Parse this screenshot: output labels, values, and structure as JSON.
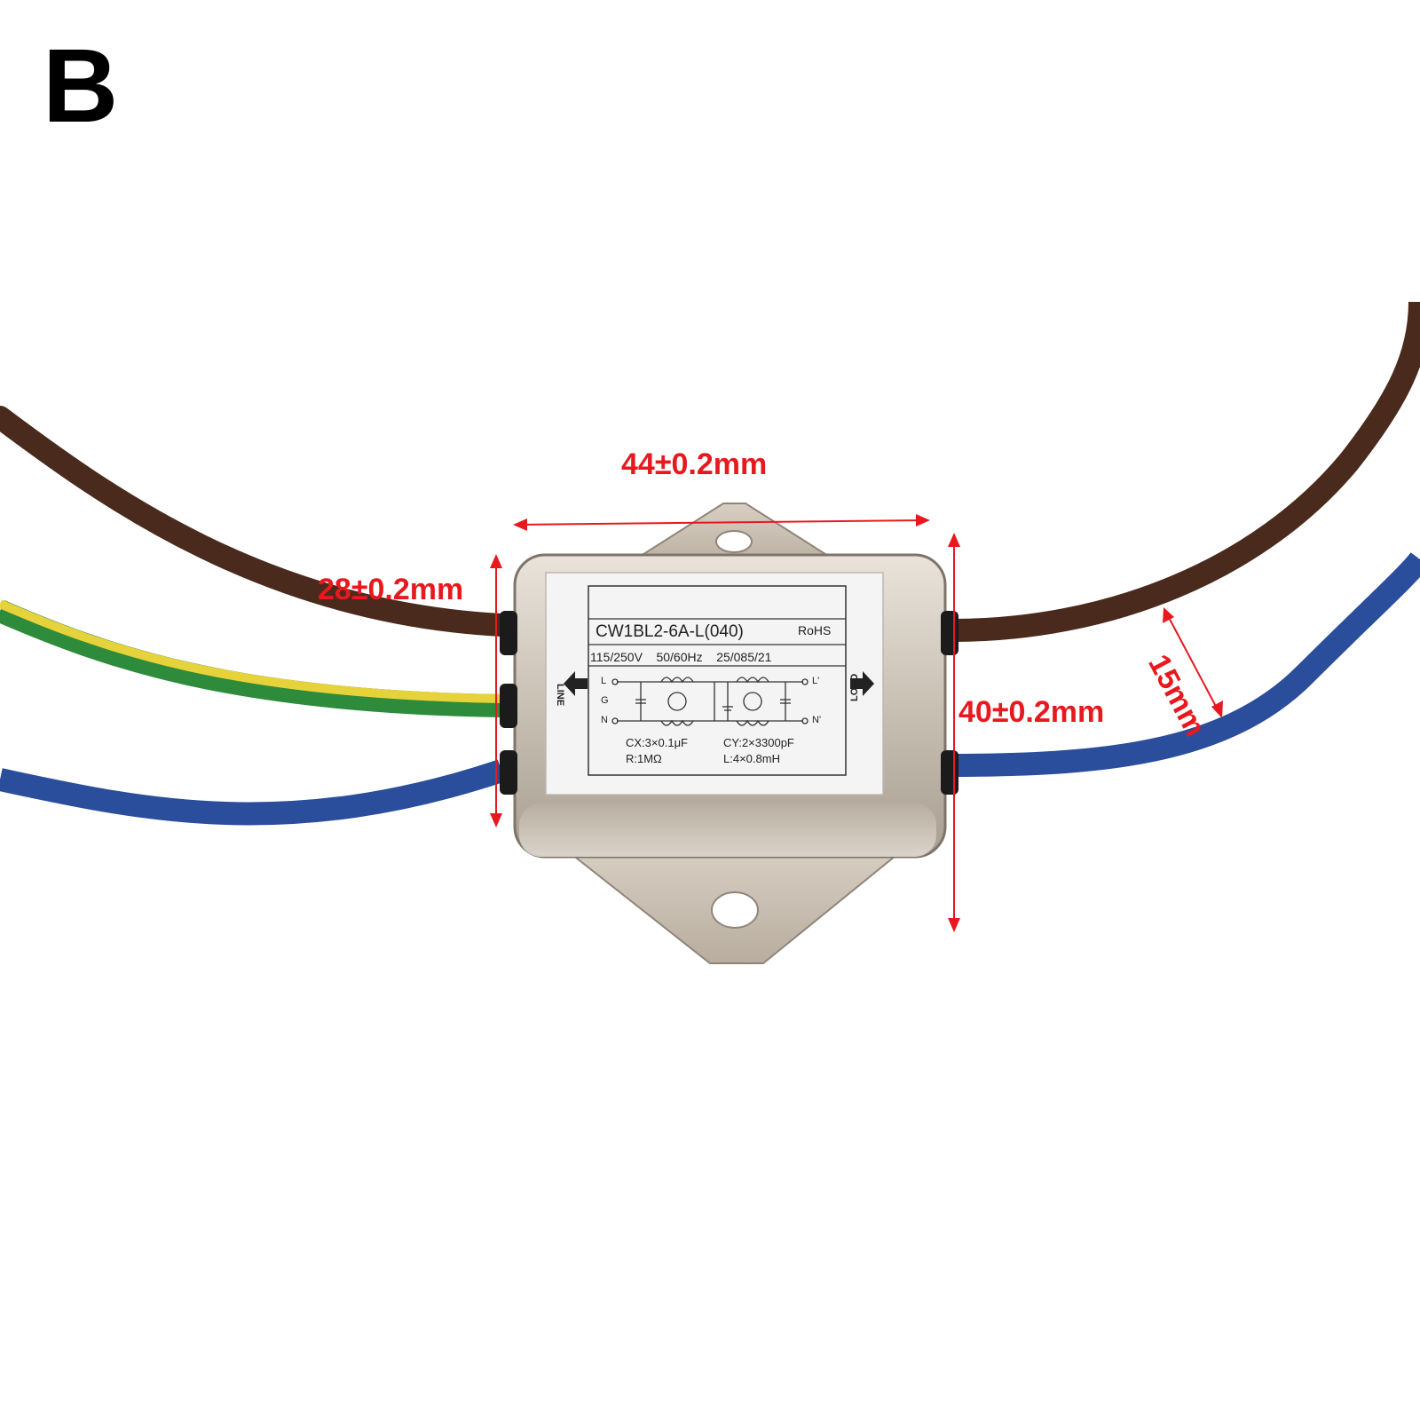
{
  "panel_letter": "B",
  "dimensions": {
    "width": "44±0.2mm",
    "height_body": "28±0.2mm",
    "height_total": "40±0.2mm",
    "wire_spacing": "15mm"
  },
  "label": {
    "model": "CW1BL2-6A-L(040)",
    "rohs": "RoHS",
    "voltage": "115/250V",
    "frequency": "50/60Hz",
    "climate": "25/085/21",
    "pin_l": "L",
    "pin_g": "G",
    "pin_n": "N",
    "pin_l_out": "L'",
    "pin_n_out": "N'",
    "cx": "CX:3×0.1μF",
    "r": "R:1MΩ",
    "cy": "CY:2×3300pF",
    "l": "L:4×0.8mH",
    "line_side": "LINE",
    "load_side": "LOAD"
  },
  "wire_colors": {
    "brown": "#4a2a1c",
    "blue": "#2a4e9c",
    "green": "#2e8b3c",
    "yellow": "#e6d23a"
  },
  "accent_color": "#e8191e"
}
